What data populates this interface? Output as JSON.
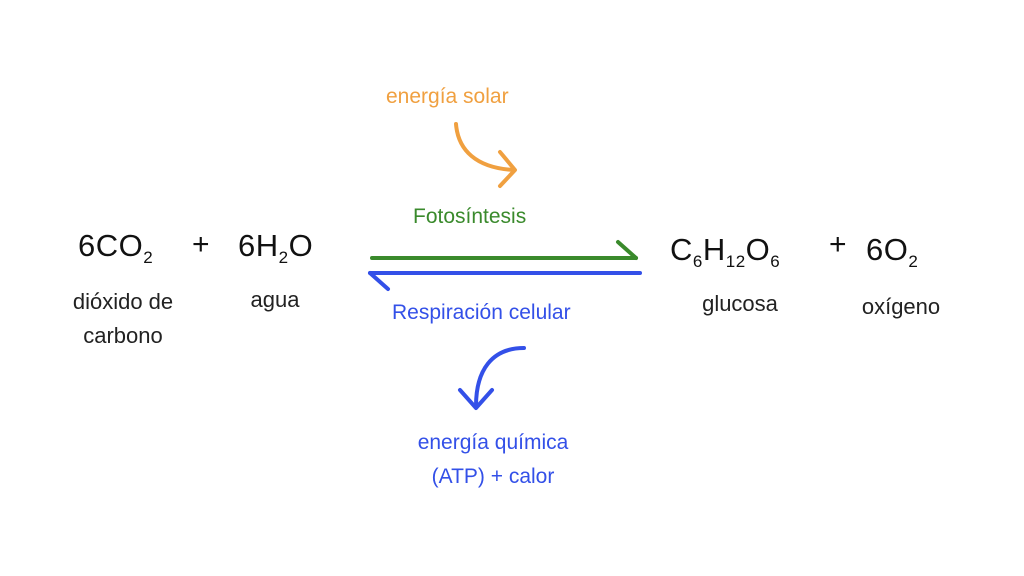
{
  "reactants": {
    "co2": {
      "coef": "6",
      "base": "CO",
      "sub": "2",
      "name_line1": "dióxido de",
      "name_line2": "carbono"
    },
    "plus1": "+",
    "h2o": {
      "coef": "6",
      "h": "H",
      "sub": "2",
      "o": "O",
      "name": "agua"
    }
  },
  "products": {
    "glucose": {
      "c": "C",
      "c_sub": "6",
      "h": "H",
      "h_sub": "12",
      "o": "O",
      "o_sub": "6",
      "name": "glucosa"
    },
    "plus2": "+",
    "o2": {
      "coef": "6",
      "base": "O",
      "sub": "2",
      "name": "oxígeno"
    }
  },
  "processes": {
    "forward": "Fotosíntesis",
    "reverse": "Respiración celular",
    "input_energy": "energía solar",
    "output_energy_line1": "energía química",
    "output_energy_line2": "(ATP) + calor"
  },
  "colors": {
    "forward": "#3a8a2c",
    "reverse": "#3350e8",
    "solar": "#f0a040"
  }
}
